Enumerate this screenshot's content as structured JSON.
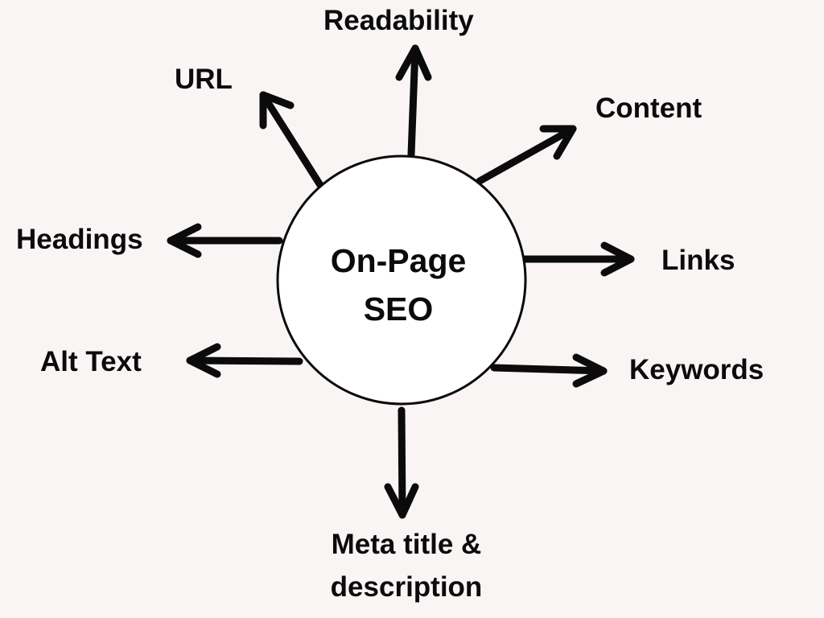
{
  "center": {
    "line1": "On-Page",
    "line2": "SEO"
  },
  "nodes": {
    "readability": "Readability",
    "url": "URL",
    "content": "Content",
    "headings": "Headings",
    "links": "Links",
    "alt_text": "Alt Text",
    "keywords": "Keywords",
    "meta_line1": "Meta title &",
    "meta_line2": "description"
  },
  "colors": {
    "background": "#f8f5f4",
    "ink": "#0b0b0b",
    "circle_fill": "#ffffff"
  }
}
